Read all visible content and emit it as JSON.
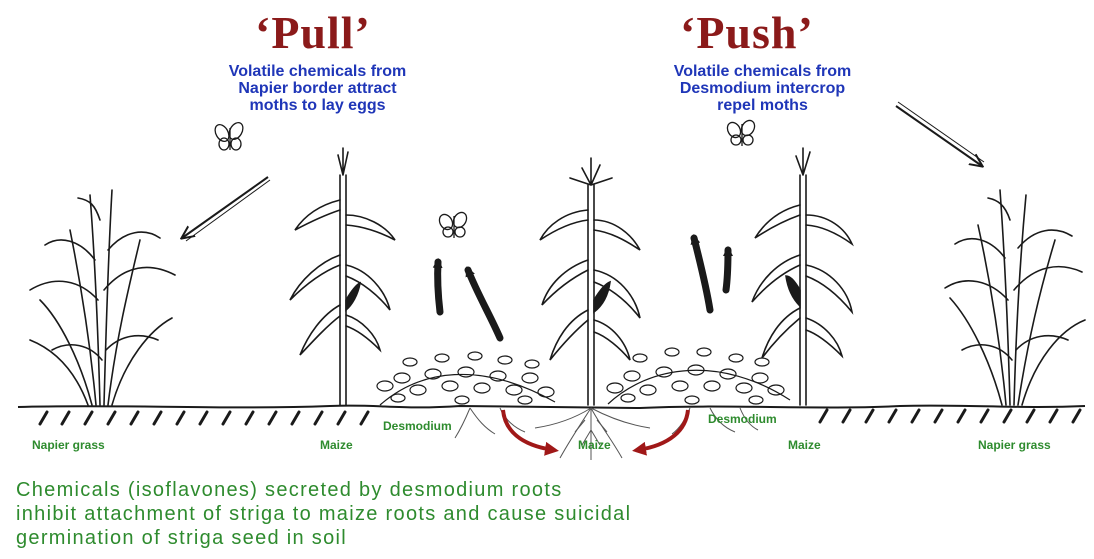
{
  "pull": {
    "heading": "‘Pull’",
    "caption": "Volatile chemicals from\nNapier border attract\nmoths to lay eggs"
  },
  "push": {
    "heading": "‘Push’",
    "caption": "Volatile chemicals from\nDesmodium intercrop\nrepel moths"
  },
  "ground_labels": {
    "napier_left": "Napier grass",
    "maize_left": "Maize",
    "desmodium_left": "Desmodium",
    "maize_center": "Maize",
    "desmodium_right": "Desmodium",
    "maize_right": "Maize",
    "napier_right": "Napier grass"
  },
  "bottom_text": "Chemicals (isoflavones) secreted by desmodium roots\ninhibit attachment of striga to maize roots and cause suicidal\ngermination of striga seed in soil",
  "colors": {
    "heading": "#8b1a1a",
    "caption": "#1f36b8",
    "label": "#2e8b2e",
    "root_arrow": "#a01818",
    "ink": "#1a1a1a"
  },
  "icons": [
    "napier-grass-icon",
    "maize-plant-icon",
    "desmodium-plant-icon",
    "moth-icon",
    "arrow-icon"
  ]
}
